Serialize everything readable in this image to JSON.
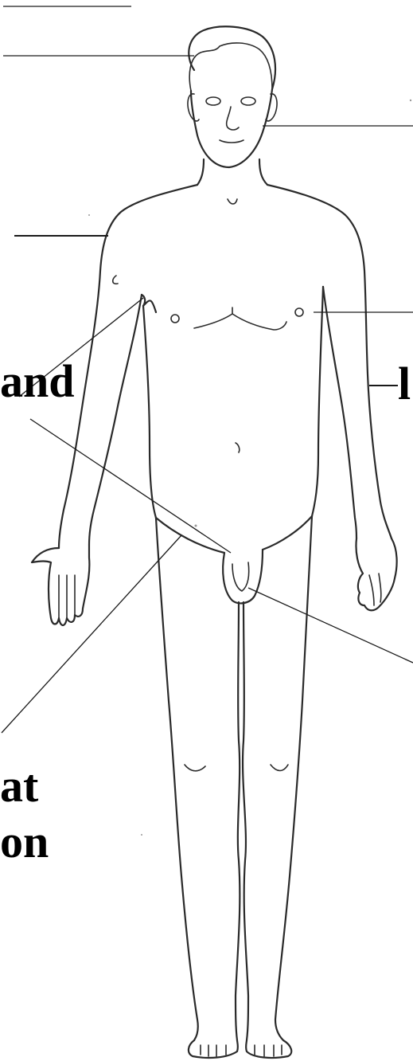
{
  "labels": {
    "left_upper": "and",
    "right_middle": "l",
    "bottom_left_line1": "at",
    "bottom_left_line2": "on"
  },
  "colors": {
    "background": "#ffffff",
    "outline": "#2a2a2a",
    "label_text": "#000000"
  }
}
